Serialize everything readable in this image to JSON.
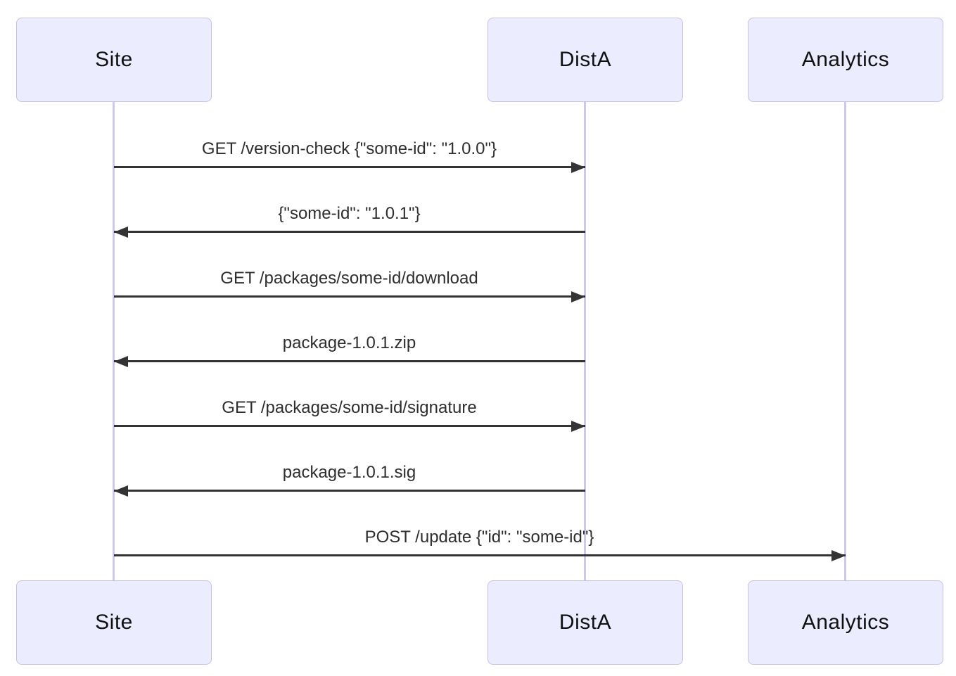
{
  "diagram": {
    "type": "sequence",
    "actors": [
      {
        "name": "Site"
      },
      {
        "name": "DistA"
      },
      {
        "name": "Analytics"
      }
    ],
    "messages": [
      {
        "from": "Site",
        "to": "DistA",
        "direction": "right",
        "label": "GET /version-check {\"some-id\": \"1.0.0\"}"
      },
      {
        "from": "DistA",
        "to": "Site",
        "direction": "left",
        "label": "{\"some-id\": \"1.0.1\"}"
      },
      {
        "from": "Site",
        "to": "DistA",
        "direction": "right",
        "label": "GET /packages/some-id/download"
      },
      {
        "from": "DistA",
        "to": "Site",
        "direction": "left",
        "label": "package-1.0.1.zip"
      },
      {
        "from": "Site",
        "to": "DistA",
        "direction": "right",
        "label": "GET /packages/some-id/signature"
      },
      {
        "from": "DistA",
        "to": "Site",
        "direction": "left",
        "label": "package-1.0.1.sig"
      },
      {
        "from": "Site",
        "to": "Analytics",
        "direction": "right",
        "label": "POST /update {\"id\": \"some-id\"}"
      }
    ],
    "colors": {
      "background": "#FFFFFF",
      "actor_fill": "#ECECFF",
      "actor_border": "#C9C0E6",
      "lifeline": "#CFC8EA",
      "signal_line": "#333333",
      "message_text": "#2E2E2E",
      "actor_text": "#111111"
    }
  }
}
